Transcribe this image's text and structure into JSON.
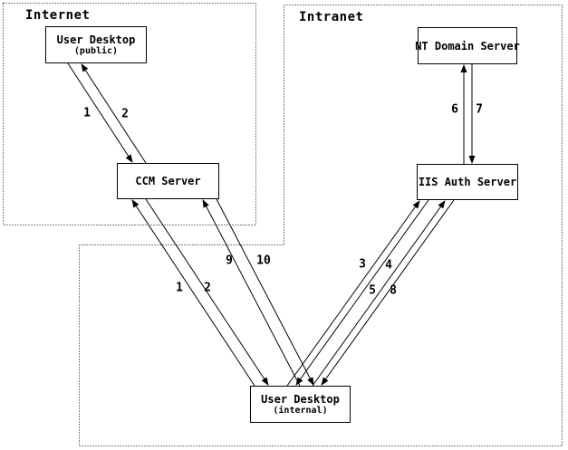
{
  "zones": {
    "internet": {
      "label": "Internet"
    },
    "intranet": {
      "label": "Intranet"
    }
  },
  "nodes": {
    "user_desktop_public": {
      "title": "User Desktop",
      "subtitle": "(public)"
    },
    "ccm_server": {
      "title": "CCM Server"
    },
    "nt_domain_server": {
      "title": "NT Domain Server"
    },
    "iis_auth_server": {
      "title": "IIS Auth Server"
    },
    "user_desktop_internal": {
      "title": "User Desktop",
      "subtitle": "(internal)"
    }
  },
  "edge_labels": [
    {
      "id": "public-desktop-to-ccm",
      "text": "1"
    },
    {
      "id": "ccm-to-public-desktop",
      "text": "2"
    },
    {
      "id": "internal-desktop-to-ccm",
      "text": "1"
    },
    {
      "id": "ccm-to-internal-desktop",
      "text": "2"
    },
    {
      "id": "internal-desktop-to-iis-3",
      "text": "3"
    },
    {
      "id": "iis-to-internal-desktop-4",
      "text": "4"
    },
    {
      "id": "internal-desktop-to-iis-5",
      "text": "5"
    },
    {
      "id": "iis-to-nt-domain-6",
      "text": "6"
    },
    {
      "id": "nt-domain-to-iis-7",
      "text": "7"
    },
    {
      "id": "iis-to-internal-desktop-8",
      "text": "8"
    },
    {
      "id": "internal-desktop-to-ccm-9",
      "text": "9"
    },
    {
      "id": "ccm-to-internal-desktop-10",
      "text": "10"
    }
  ],
  "colors": {
    "line": "#000000",
    "background": "#ffffff"
  }
}
